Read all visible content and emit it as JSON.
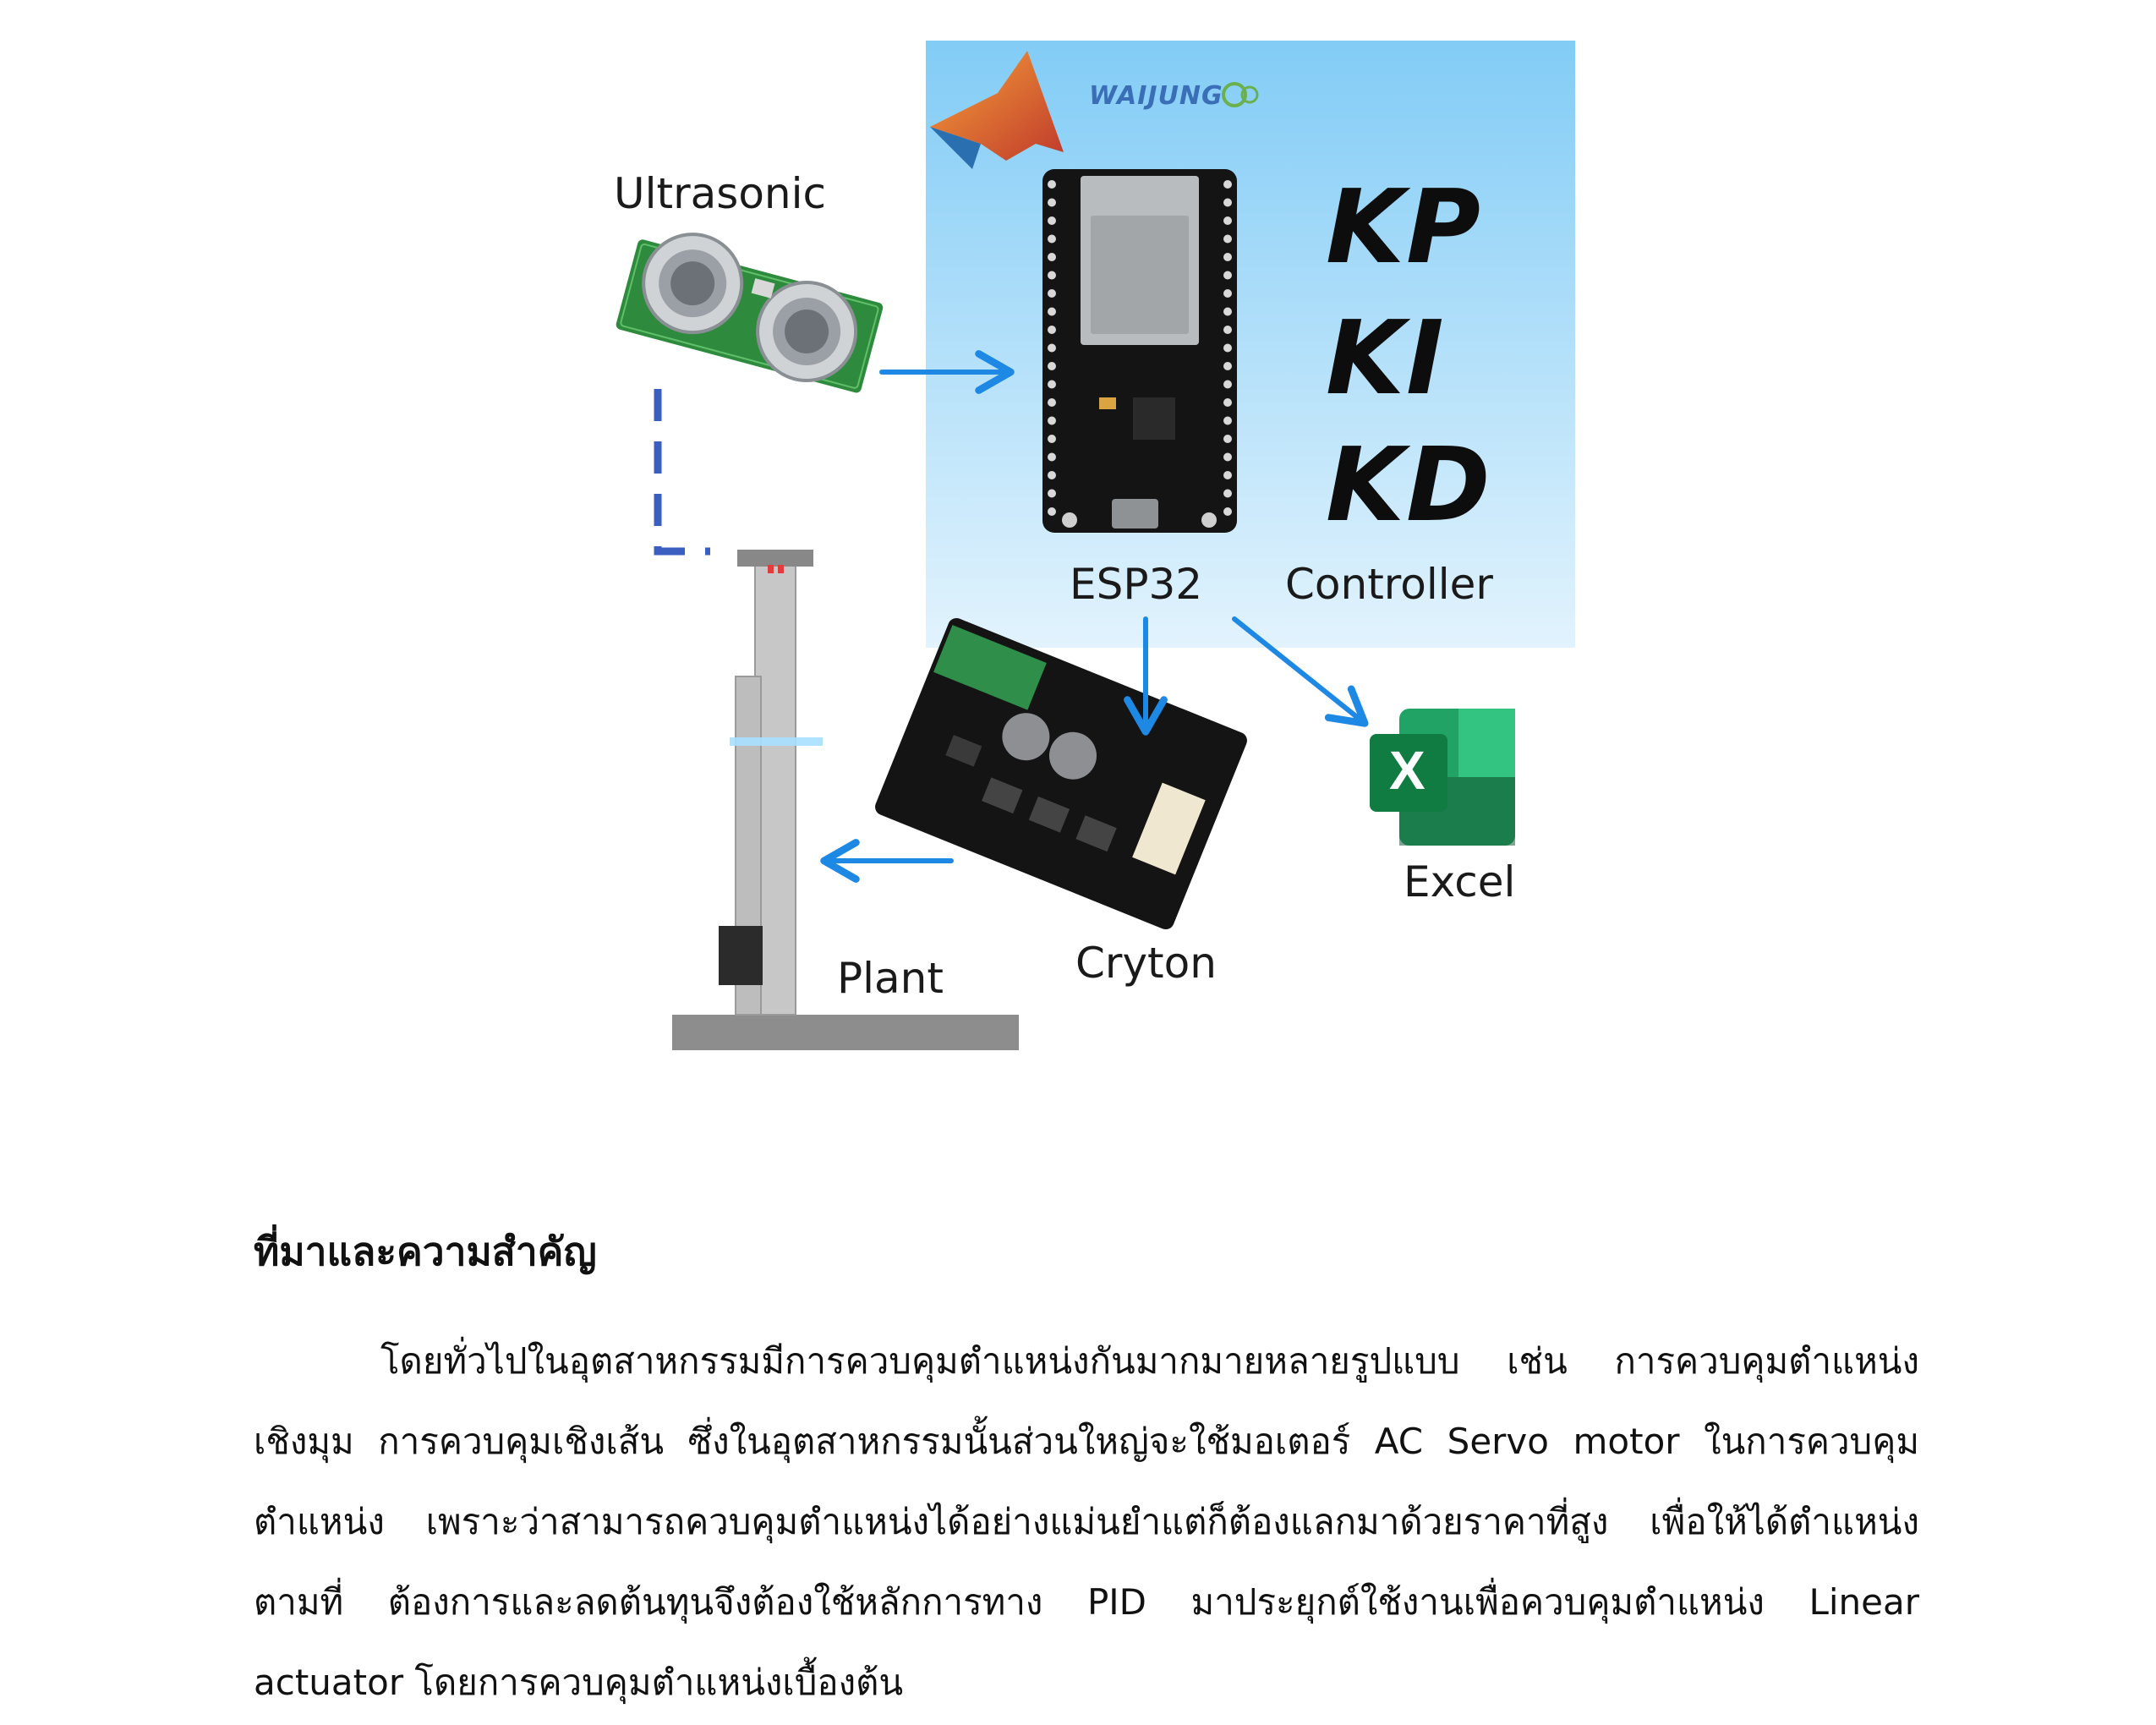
{
  "diagram": {
    "labels": {
      "ultrasonic": "Ultrasonic",
      "esp32": "ESP32",
      "controller": "Controller",
      "cryton": "Cryton",
      "plant": "Plant",
      "excel": "Excel"
    },
    "gains": {
      "kp": "KP",
      "ki": "KI",
      "kd": "KD"
    },
    "brand_text": "WAIJUNG",
    "excel_icon_letter": "X",
    "colors": {
      "panel_top": "#82ccf6",
      "panel_bottom": "#e2f3fd",
      "arrow": "#1e88e5",
      "dashed_line": "#3b5fc0",
      "pcb_green": "#2e8b3d",
      "pcb_black": "#141414",
      "excel_green": "#107c41"
    }
  },
  "section": {
    "heading": "ที่มาและความสำคัญ",
    "paragraph": "โดยทั่วไปในอุตสาหกรรมมีการควบคุมตำแหน่งกันมากมายหลายรูปแบบ เช่น การควบคุมตำแหน่งเชิงมุม การควบคุมเชิงเส้น ซึ่งในอุตสาหกรรมนั้นส่วนใหญ่จะใช้มอเตอร์ AC Servo motor ในการควบคุมตำแหน่ง เพราะว่าสามารถควบคุมตำแหน่งได้อย่างแม่นยำแต่ก็ต้องแลกมาด้วยราคาที่สูง เพื่อให้ได้ตำแหน่งตามที่ ต้องการและลดต้นทุนจึงต้องใช้หลักการทาง PID มาประยุกต์ใช้งานเพื่อควบคุมตำแหน่ง Linear actuator โดยการควบคุมตำแหน่งเบื้องต้น"
  }
}
